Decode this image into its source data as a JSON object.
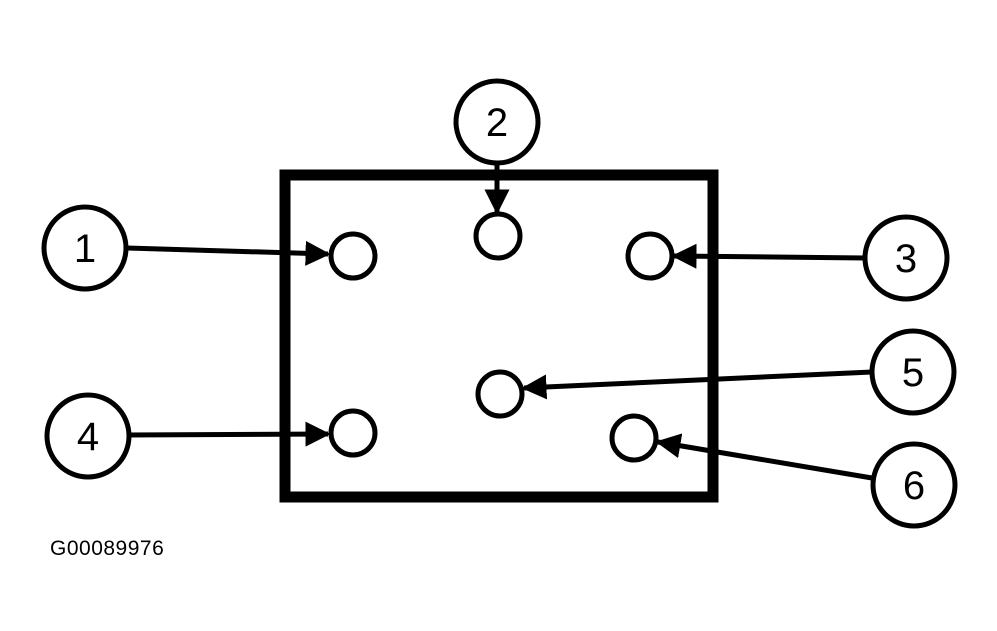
{
  "diagram": {
    "figure_id": "G00089976",
    "callouts": [
      {
        "id": "1",
        "label": "1"
      },
      {
        "id": "2",
        "label": "2"
      },
      {
        "id": "3",
        "label": "3"
      },
      {
        "id": "4",
        "label": "4"
      },
      {
        "id": "5",
        "label": "5"
      },
      {
        "id": "6",
        "label": "6"
      }
    ]
  },
  "colors": {
    "stroke": "#000000",
    "background": "#ffffff"
  }
}
